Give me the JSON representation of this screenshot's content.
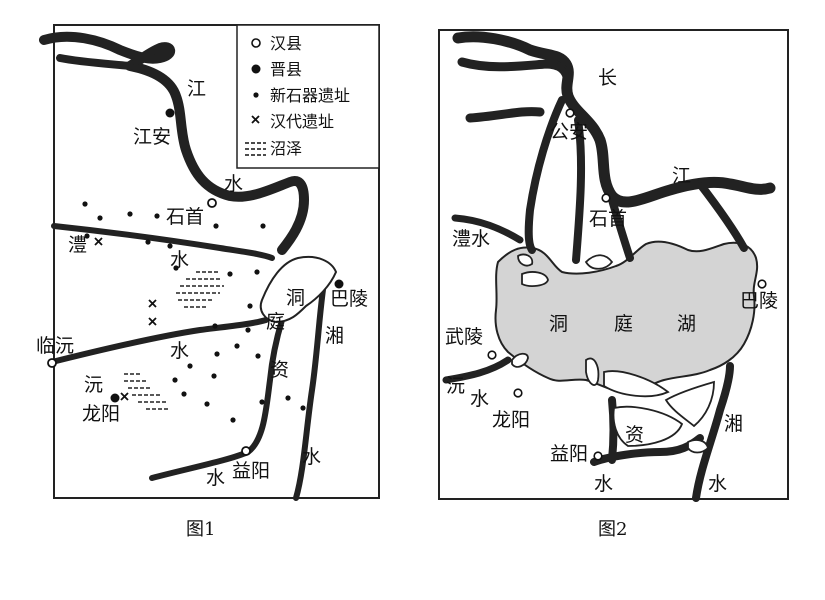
{
  "map1": {
    "caption": "图1",
    "legend": {
      "han_county": "汉县",
      "jin_county": "晋县",
      "neolithic_site": "新石器遗址",
      "han_site": "汉代遗址",
      "marsh": "沼泽"
    },
    "labels": {
      "jiang": "江",
      "jiangan": "江安",
      "shui_top": "水",
      "shishou": "石首",
      "li": "澧",
      "shui_li": "水",
      "dong": "洞",
      "ting": "庭",
      "baling": "巴陵",
      "xiang": "湘",
      "linyuan": "临沅",
      "shui_yuan": "水",
      "yuan": "沅",
      "longyang": "龙阳",
      "zi": "资",
      "shui_xiang": "水",
      "yiyang": "益阳",
      "shui_zi": "水"
    }
  },
  "map2": {
    "caption": "图2",
    "labels": {
      "chang": "长",
      "gongan": "公安",
      "jiang": "江",
      "shishou": "石首",
      "lishui": "澧水",
      "baling": "巴陵",
      "dong": "洞",
      "ting": "庭",
      "hu": "湖",
      "wuling": "武陵",
      "yuan": "沅",
      "shui_yuan": "水",
      "longyang": "龙阳",
      "xiang": "湘",
      "zi": "资",
      "yiyang": "益阳",
      "shui_zi": "水",
      "shui_xiang": "水"
    }
  },
  "colors": {
    "lake": "#d4d4d4",
    "ink": "#222222"
  }
}
